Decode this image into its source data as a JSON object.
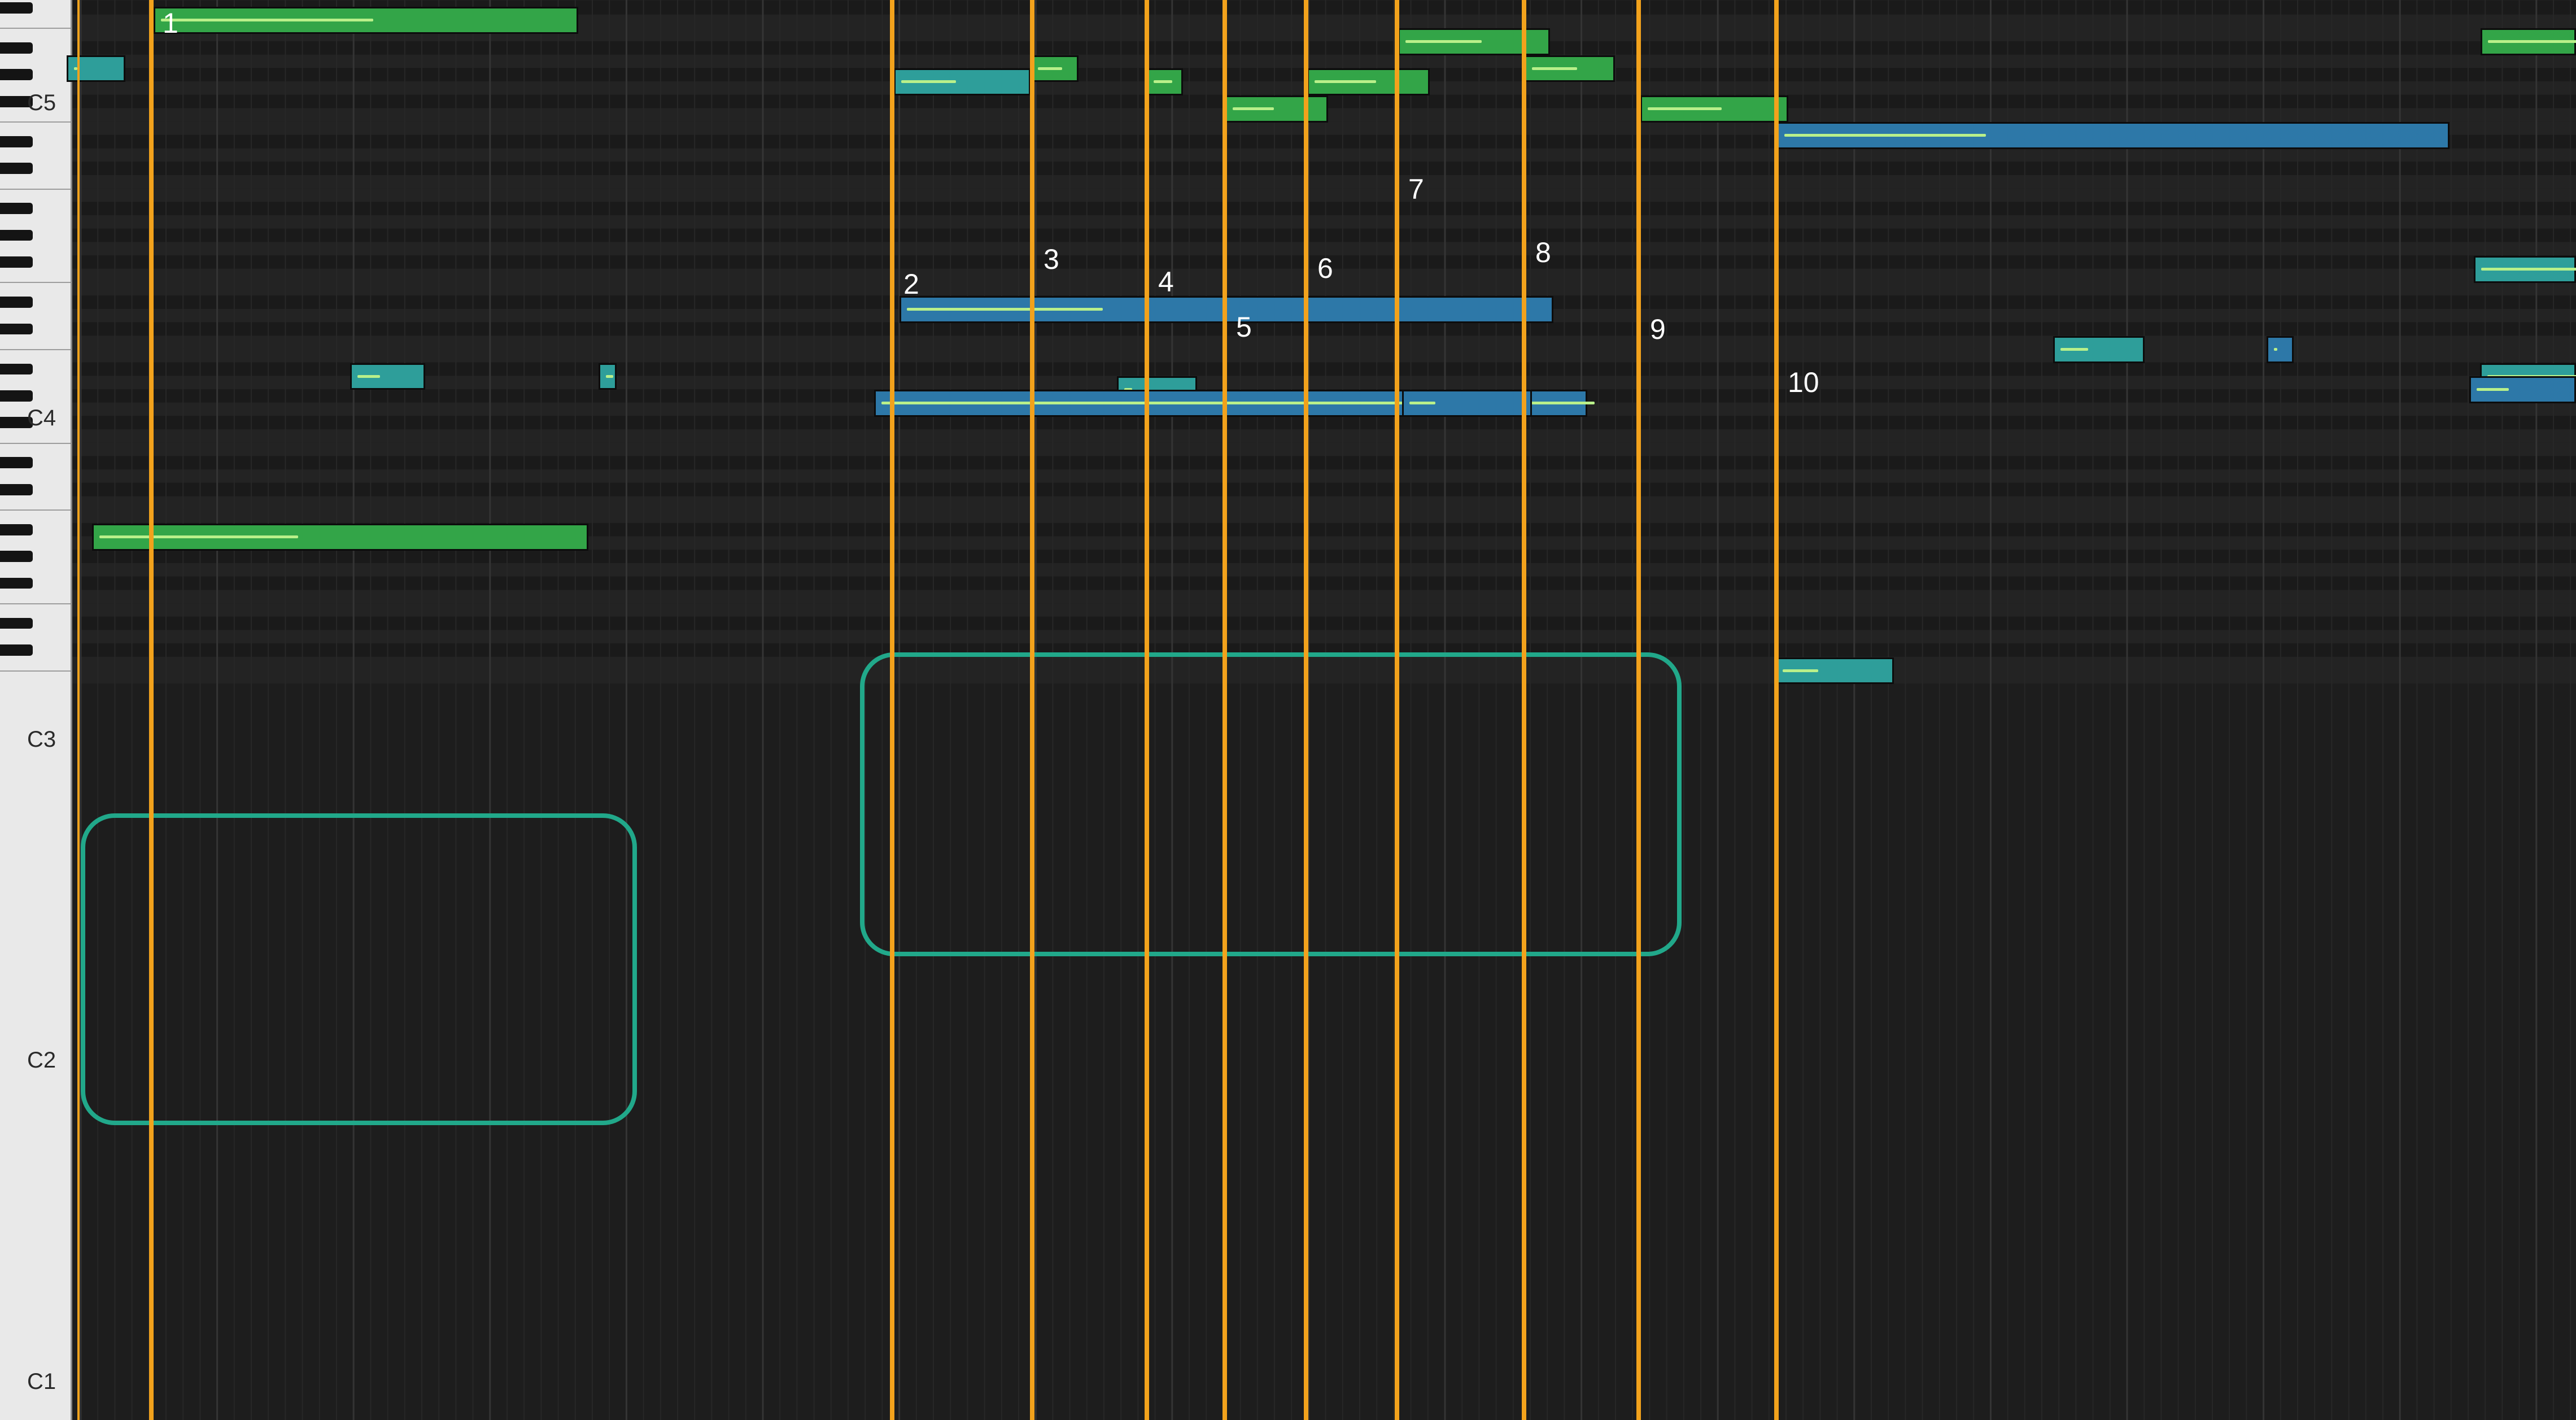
{
  "piano_roll": {
    "octave_labels": [
      "C5",
      "C4",
      "C3",
      "C2",
      "C1"
    ],
    "top_pitch": "C#5",
    "bottom_pitch": "C1",
    "marker_numbers": [
      "1",
      "2",
      "3",
      "4",
      "5",
      "6",
      "7",
      "8",
      "9",
      "10"
    ],
    "colors": {
      "background": "#1d1d1d",
      "white_row": "#232323",
      "black_row": "#1a1a1a",
      "keyboard": "#e9e9e9",
      "marker": "#f2a21c",
      "group_outline": "#21a88a",
      "note_green": "#33a548",
      "note_teal": "#2e9e9a",
      "note_blue": "#2d78a8",
      "note_highlight": "#b9f08a"
    },
    "notes": [
      {
        "pitch": "C5+",
        "color": "green",
        "label": "1",
        "velocity": 0.5
      },
      {
        "pitch": "A4",
        "color": "teal",
        "label": "",
        "velocity": 0.0
      },
      {
        "pitch": "G#4",
        "color": "teal",
        "label": "2",
        "velocity": 0.4
      },
      {
        "pitch": "A4",
        "color": "green",
        "label": "3",
        "velocity": 0.5
      },
      {
        "pitch": "G#4",
        "color": "green",
        "label": "4",
        "velocity": 0.5
      },
      {
        "pitch": "F#4",
        "color": "green",
        "label": "5",
        "velocity": 0.4
      },
      {
        "pitch": "G#4",
        "color": "green",
        "label": "6",
        "velocity": 0.5
      },
      {
        "pitch": "B4",
        "color": "green",
        "label": "7",
        "velocity": 0.5
      },
      {
        "pitch": "A4",
        "color": "green",
        "label": "8",
        "velocity": 0.5
      },
      {
        "pitch": "F#4",
        "color": "green",
        "label": "9",
        "velocity": 0.5
      },
      {
        "pitch": "E4",
        "color": "blue",
        "label": "10",
        "velocity": 0.3
      },
      {
        "pitch": "B4",
        "color": "green",
        "label": "",
        "velocity": 1.0
      },
      {
        "pitch": "F#3",
        "color": "teal",
        "label": "",
        "velocity": 1.0
      },
      {
        "pitch": "D#3",
        "color": "blue",
        "label": "",
        "velocity": 0.3
      },
      {
        "pitch": "C3",
        "color": "teal",
        "label": "",
        "velocity": 0.3
      },
      {
        "pitch": "C3",
        "color": "blue",
        "label": "",
        "velocity": 0.1
      },
      {
        "pitch": "A#2",
        "color": "teal",
        "label": "",
        "velocity": 1.0
      },
      {
        "pitch": "A#2",
        "color": "teal",
        "label": "",
        "velocity": 0.3
      },
      {
        "pitch": "A#2",
        "color": "teal",
        "label": "",
        "velocity": 0.4
      },
      {
        "pitch": "A2",
        "color": "blue",
        "label": "",
        "velocity": 0.3
      },
      {
        "pitch": "A2",
        "color": "teal",
        "label": "",
        "velocity": 0.1
      },
      {
        "pitch": "G#2",
        "color": "blue",
        "label": "",
        "velocity": 1.0
      },
      {
        "pitch": "G#2",
        "color": "blue",
        "label": "",
        "velocity": 0.2
      },
      {
        "pitch": "A#1",
        "color": "green",
        "label": "",
        "velocity": 0.4
      },
      {
        "pitch": "C1",
        "color": "teal",
        "label": "",
        "velocity": 0.3
      }
    ]
  }
}
